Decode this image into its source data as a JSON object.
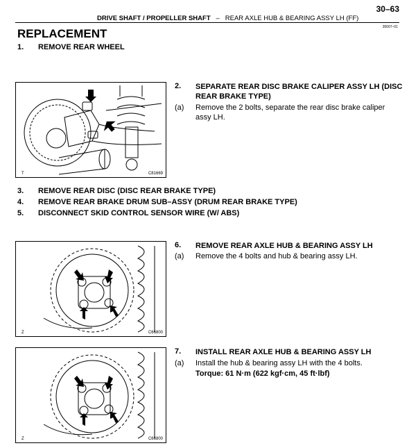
{
  "header": {
    "page_number": "30–63",
    "section": "DRIVE SHAFT / PROPELLER SHAFT",
    "separator": "–",
    "subsection": "REAR AXLE HUB & BEARING ASSY LH (FF)",
    "doc_code": "30007–01"
  },
  "title": "REPLACEMENT",
  "steps_top": [
    {
      "num": "1.",
      "text": "REMOVE REAR WHEEL"
    }
  ],
  "figures": [
    {
      "code": "C81669",
      "mark": "T"
    },
    {
      "code": "C66800",
      "mark": "Z"
    },
    {
      "code": "C66800",
      "mark": "Z"
    }
  ],
  "step2": {
    "num": "2.",
    "text": "SEPARATE REAR DISC BRAKE CALIPER ASSY LH (DISC REAR BRAKE TYPE)",
    "sub_label": "(a)",
    "sub_text": "Remove the 2 bolts, separate the rear disc brake caliper assy LH."
  },
  "steps_mid": [
    {
      "num": "3.",
      "text": "REMOVE REAR DISC (DISC REAR BRAKE TYPE)"
    },
    {
      "num": "4.",
      "text": "REMOVE REAR BRAKE DRUM SUB–ASSY (DRUM REAR BRAKE TYPE)"
    },
    {
      "num": "5.",
      "text": "DISCONNECT SKID CONTROL SENSOR WIRE (W/ ABS)"
    }
  ],
  "step6": {
    "num": "6.",
    "text": "REMOVE REAR AXLE HUB & BEARING ASSY LH",
    "sub_label": "(a)",
    "sub_text": "Remove the 4 bolts and hub & bearing assy LH."
  },
  "step7": {
    "num": "7.",
    "text": "INSTALL REAR AXLE HUB & BEARING ASSY LH",
    "sub_label": "(a)",
    "sub_text": "Install the hub & bearing assy LH with the 4 bolts.",
    "torque": "Torque: 61 N·m (622 kgf·cm, 45 ft·lbf)"
  }
}
